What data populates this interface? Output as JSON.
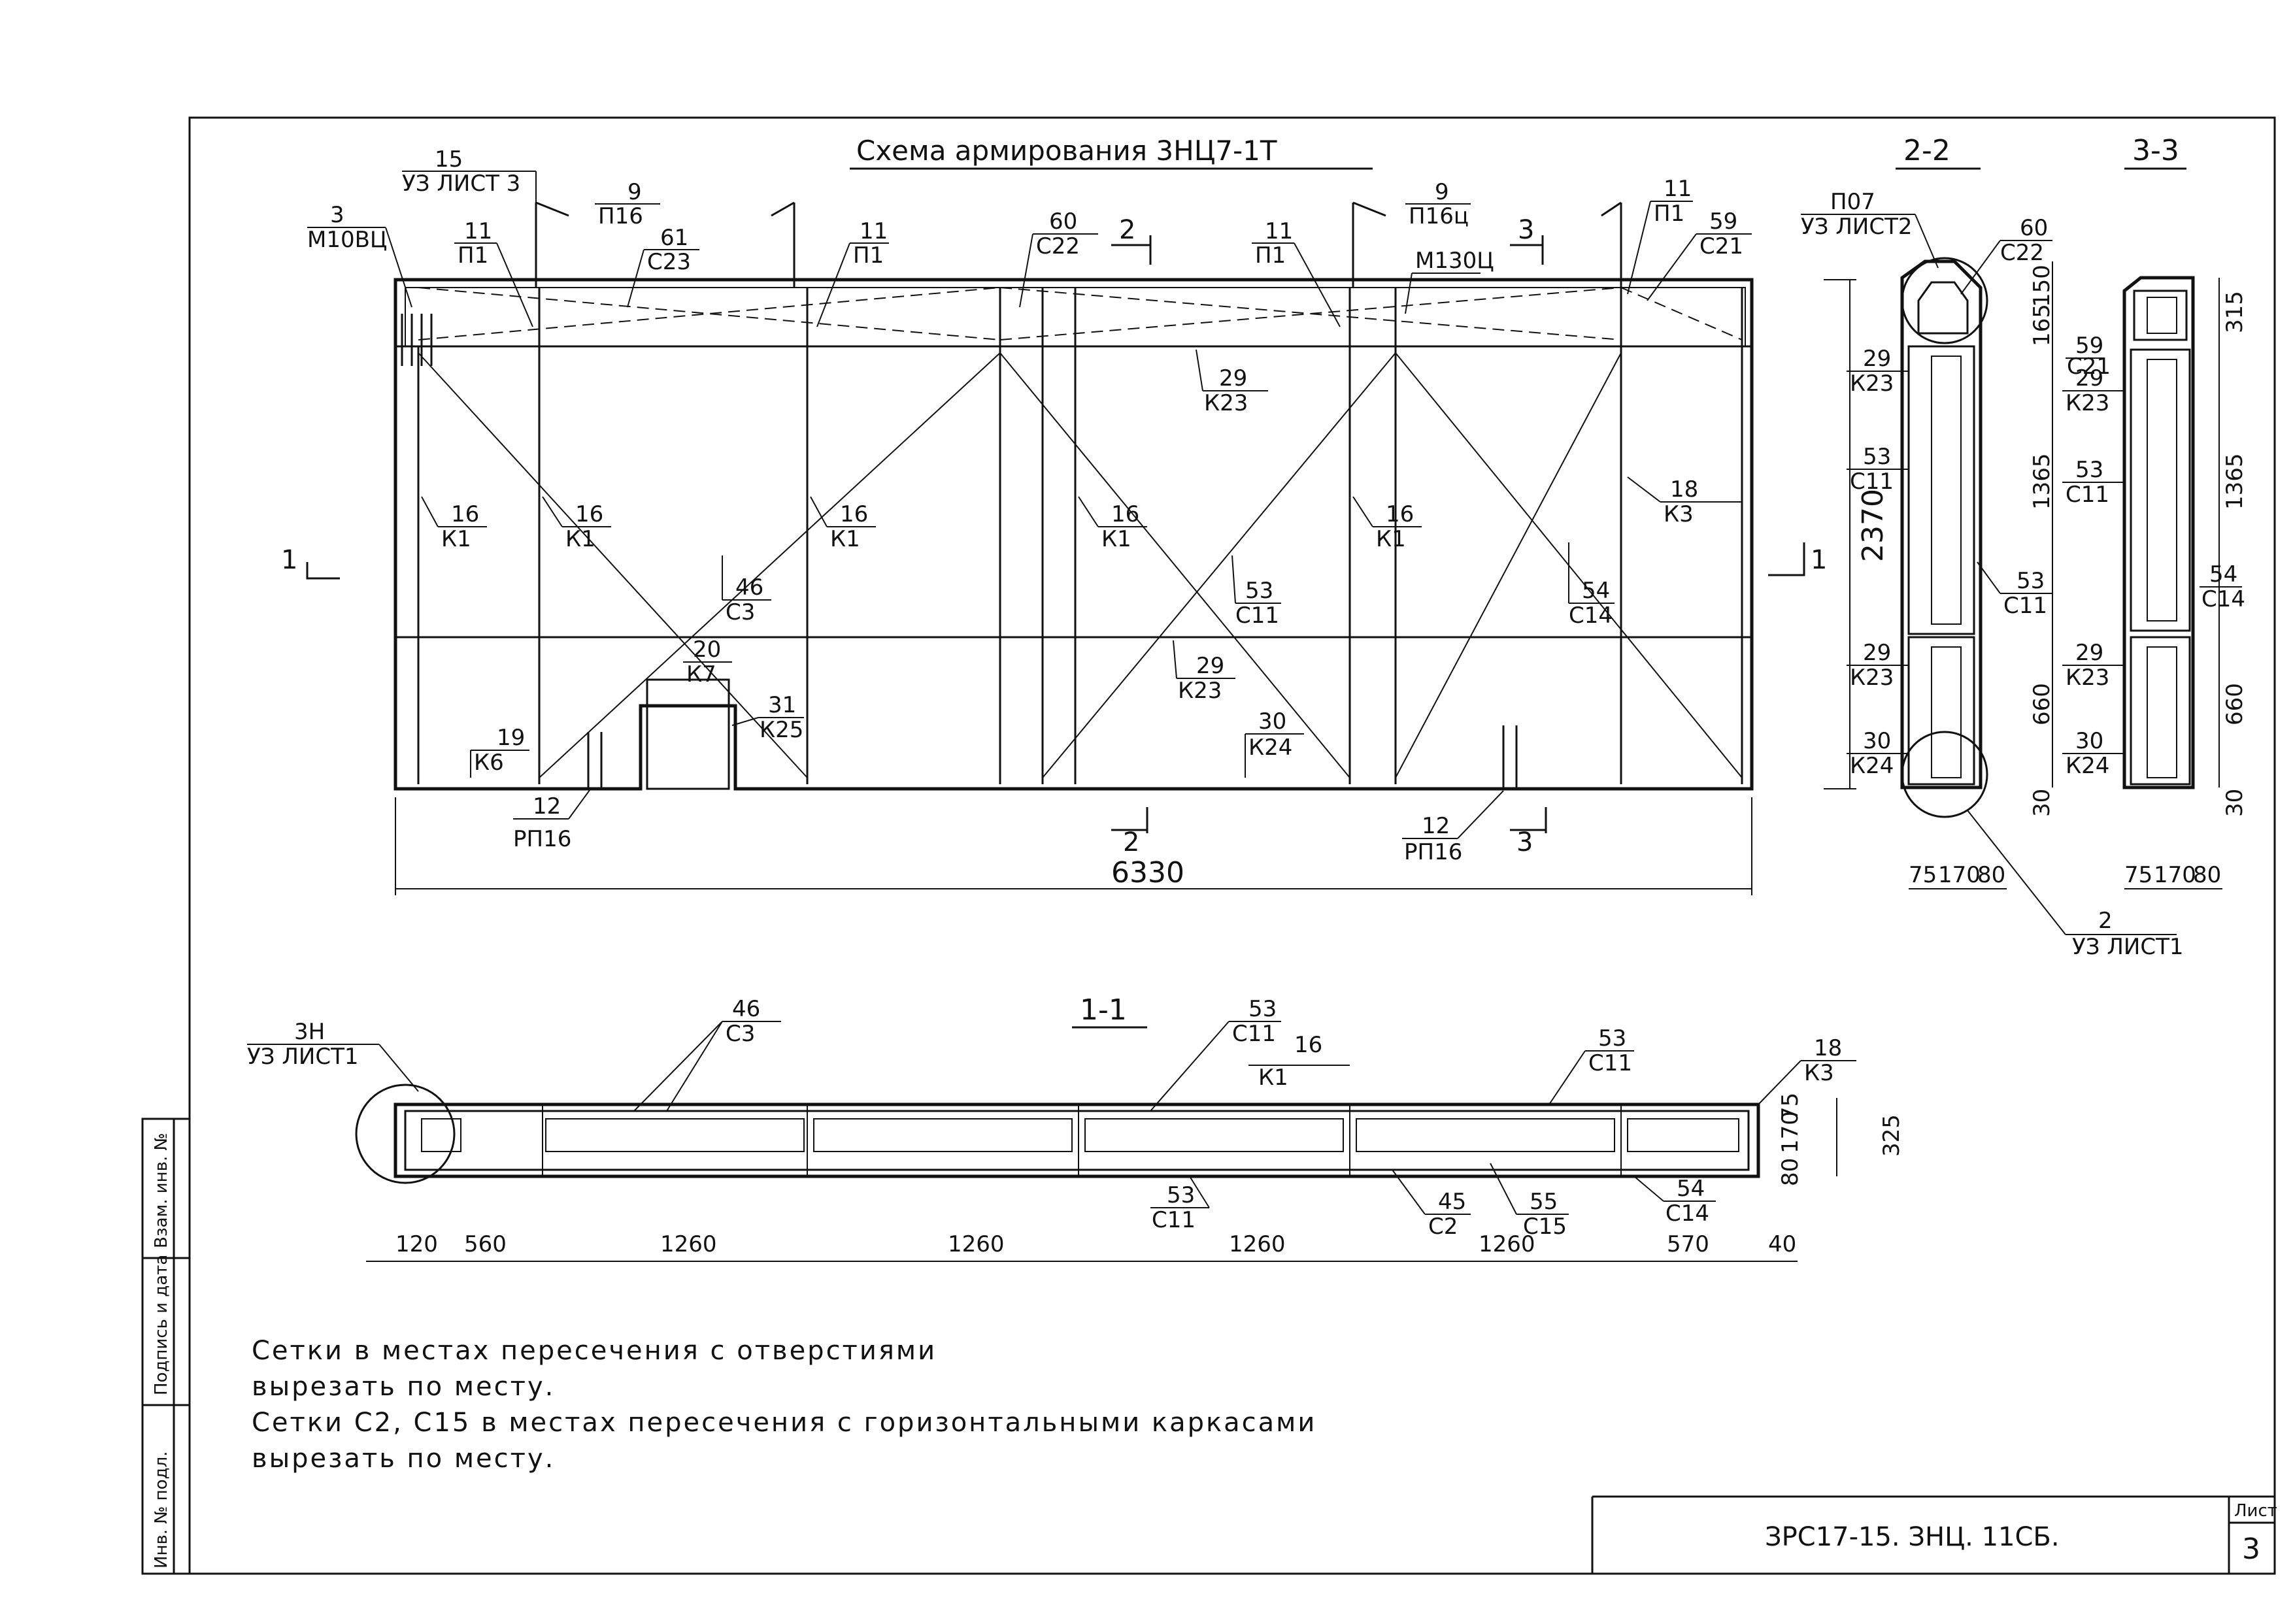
{
  "title": "Схема армирования 3НЦ7-1Т",
  "sections": {
    "s22": "2-2",
    "s33": "3-3",
    "s11": "1-1"
  },
  "elevation_callouts": {
    "c15": [
      "15",
      "УЗ ЛИСТ 3"
    ],
    "c3": [
      "3",
      "М10ВЦ"
    ],
    "c9a": [
      "9",
      "П16"
    ],
    "c11a": [
      "11",
      "П1"
    ],
    "c61": [
      "61",
      "С23"
    ],
    "c11b": [
      "11",
      "П1"
    ],
    "c60": [
      "60",
      "С22"
    ],
    "cut2": "2",
    "c11c": [
      "11",
      "П1"
    ],
    "c9b": [
      "9",
      "П16ц"
    ],
    "cut3": "3",
    "m130": "М130Ц",
    "c11d": [
      "11",
      "П1"
    ],
    "c59": [
      "59",
      "С21"
    ],
    "c29a": [
      "29",
      "К23"
    ],
    "c16a": [
      "16",
      "К1"
    ],
    "c16b": [
      "16",
      "К1"
    ],
    "c16c": [
      "16",
      "К1"
    ],
    "c16d": [
      "16",
      "К1"
    ],
    "c16e": [
      "16",
      "К1"
    ],
    "c18": [
      "18",
      "К3"
    ],
    "c46": [
      "46",
      "С3"
    ],
    "c53": [
      "53",
      "С11"
    ],
    "c54": [
      "54",
      "С14"
    ],
    "c20": [
      "20",
      "К7"
    ],
    "c31": [
      "31",
      "К25"
    ],
    "c29b": [
      "29",
      "К23"
    ],
    "c30": [
      "30",
      "К24"
    ],
    "c19": [
      "19",
      "К6"
    ],
    "c12a": [
      "12",
      "РП16"
    ],
    "c12b": [
      "12",
      "РП16"
    ],
    "cut1l": "1",
    "cut1r": "1",
    "cut2b": "2",
    "cut3b": "3",
    "dim_height": "2370",
    "dim_length": "6330"
  },
  "section22": {
    "c107": [
      "П07",
      "УЗ ЛИСТ2"
    ],
    "c60": [
      "60",
      "С22"
    ],
    "c29a": [
      "29",
      "К23"
    ],
    "c53a": [
      "53",
      "С11"
    ],
    "c53b": [
      "53",
      "С11"
    ],
    "c29b": [
      "29",
      "К23"
    ],
    "c30": [
      "30",
      "К24"
    ],
    "c2": [
      "2",
      "УЗ ЛИСТ1"
    ],
    "dims_v": [
      "150",
      "165",
      "1365",
      "660",
      "30"
    ],
    "dims_h": [
      "75",
      "170",
      "80"
    ]
  },
  "section33": {
    "c59": [
      "59",
      "С21"
    ],
    "c29a": [
      "29",
      "К23"
    ],
    "c53": [
      "53",
      "С11"
    ],
    "c54": [
      "54",
      "С14"
    ],
    "c29b": [
      "29",
      "К23"
    ],
    "c30": [
      "30",
      "К24"
    ],
    "dims_v": [
      "315",
      "1365",
      "660",
      "30"
    ],
    "dims_h": [
      "75",
      "170",
      "80"
    ]
  },
  "section11": {
    "c3h": [
      "3Н",
      "УЗ ЛИСТ1"
    ],
    "c46": [
      "46",
      "С3"
    ],
    "c53a": [
      "53",
      "С11"
    ],
    "c16": [
      "16",
      "К1"
    ],
    "c53b": [
      "53",
      "С11"
    ],
    "c18": [
      "18",
      "К3"
    ],
    "c53c": [
      "53",
      "С11"
    ],
    "c45": [
      "45",
      "С2"
    ],
    "c55": [
      "55",
      "С15"
    ],
    "c54": [
      "54",
      "С14"
    ],
    "dims_h": [
      "120",
      "560",
      "1260",
      "1260",
      "1260",
      "1260",
      "570",
      "40"
    ],
    "dims_v": [
      "75",
      "170",
      "80",
      "325"
    ]
  },
  "notes": [
    "Сетки в местах пересечения с отверстиями",
    "вырезать по месту.",
    "Сетки С2, С15 в местах пересечения с горизонтальными каркасами",
    "вырезать по месту."
  ],
  "stamp": {
    "code": "ЗРС17-15. ЗНЦ. 11СБ.",
    "sheet_label": "Лист",
    "sheet_number": "3"
  },
  "side_stamp": [
    "Инв. № подл.",
    "Подпись и дата",
    "Взам. инв. №"
  ]
}
